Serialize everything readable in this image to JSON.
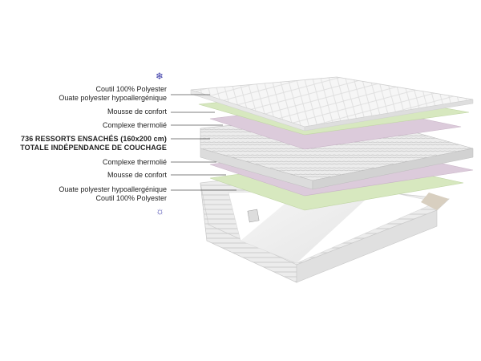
{
  "labels": {
    "coutil_top": "Coutil 100% Polyester",
    "ouate_top": "Ouate polyester hypoallergénique",
    "mousse_top": "Mousse de confort",
    "complexe_top": "Complexe thermolié",
    "ressorts": "736 RESSORTS ENSACHÉS (160x200 cm)",
    "independance": "TOTALE INDÉPENDANCE DE COUCHAGE",
    "complexe_bottom": "Complexe thermolié",
    "mousse_bottom": "Mousse de confort",
    "ouate_bottom": "Ouate polyester hypoallergénique",
    "coutil_bottom": "Coutil 100% Polyester"
  },
  "icons": {
    "winter": "snowflake-icon",
    "summer": "sun-icon"
  },
  "colors": {
    "icon": "#3a3aa8",
    "green_layer": "#d7e8bf",
    "pink_layer": "#dccbdb",
    "quilted_top": "#f4f4f4",
    "base": "#e6e6e6"
  }
}
